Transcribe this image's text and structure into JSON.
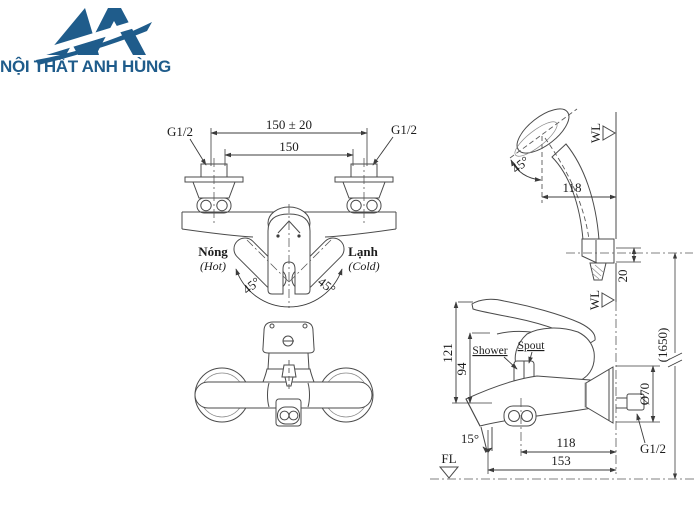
{
  "brand": {
    "name": "NỘI THẤT ANH HÙNG",
    "color": "#1f5c8b"
  },
  "front_view": {
    "dim_spacing_tol": "150 ± 20",
    "dim_spacing": "150",
    "thread_left": "G1/2",
    "thread_right": "G1/2",
    "hot": "Nóng",
    "hot_en": "(Hot)",
    "cold": "Lạnh",
    "cold_en": "(Cold)",
    "angle_left": "45°",
    "angle_right": "45°"
  },
  "side_view": {
    "wall_top": "WL",
    "wall_mid": "WL",
    "floor": "FL",
    "shower_angle": "45°",
    "shower_reach": "118",
    "holder_offset": "20",
    "height_ref": "(1650)",
    "handle_height": "121",
    "spout_height": "94",
    "label_shower": "Shower",
    "label_spout": "Spout",
    "flange_dia": "Ø70",
    "spout_angle": "15°",
    "spout_reach": "118",
    "total_reach": "153",
    "thread": "G1/2"
  }
}
